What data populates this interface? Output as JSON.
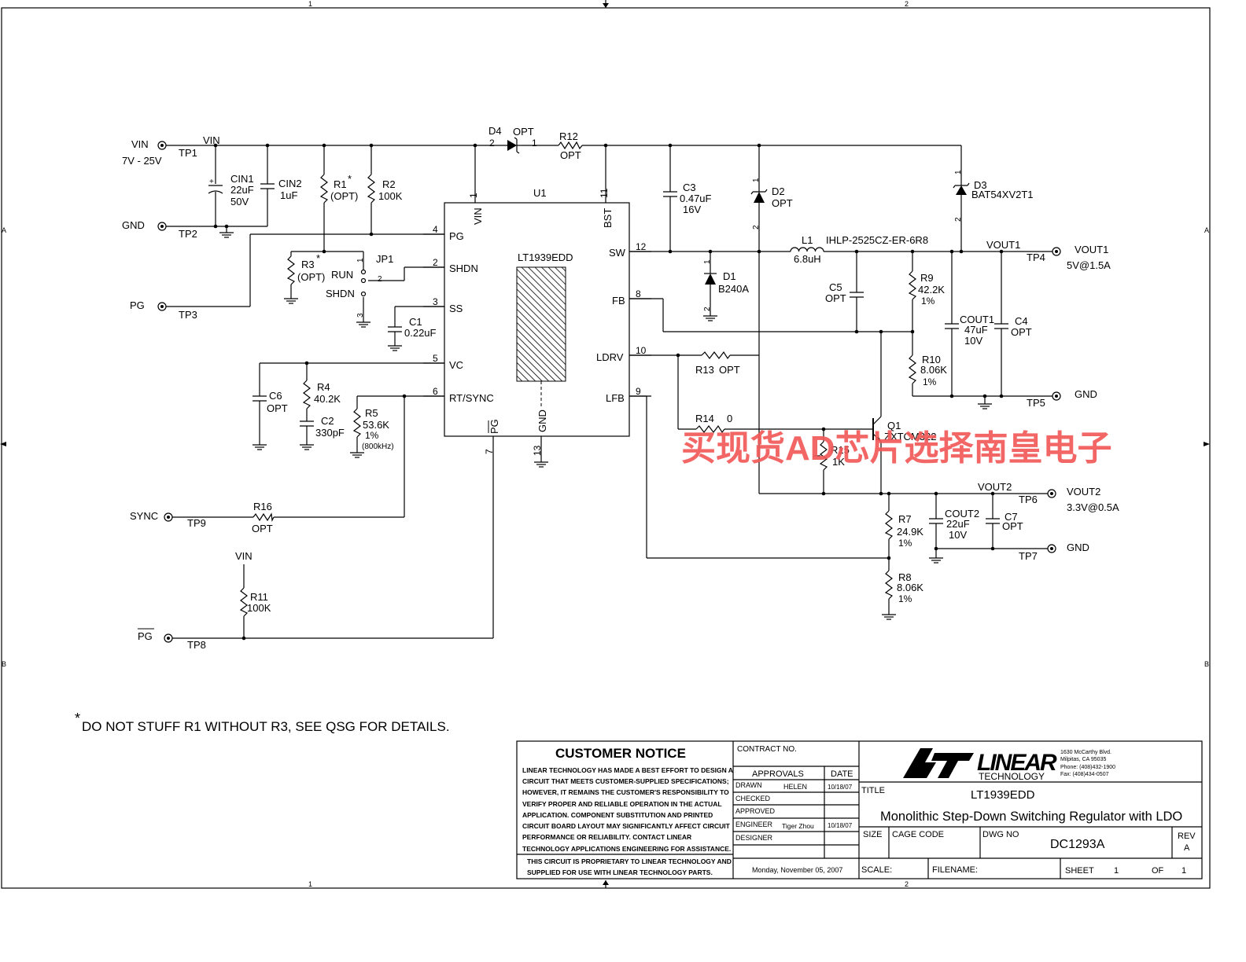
{
  "border": {
    "col1": "1",
    "col2": "2",
    "rowA": "A",
    "rowB": "B"
  },
  "ports": {
    "vin": "VIN",
    "vin_range": "7V - 25V",
    "tp1": "TP1",
    "vin_net": "VIN",
    "gnd1": "GND",
    "tp2": "TP2",
    "pg": "PG",
    "tp3": "TP3",
    "sync": "SYNC",
    "tp9": "TP9",
    "pg_bar": "PG",
    "tp8": "TP8",
    "vin_r11": "VIN",
    "vout1": "VOUT1",
    "vout1_spec": "5V@1.5A",
    "tp4": "TP4",
    "vout1_net": "VOUT1",
    "gnd5": "GND",
    "tp5": "TP5",
    "vout2": "VOUT2",
    "vout2_spec": "3.3V@0.5A",
    "tp6": "TP6",
    "vout2_net": "VOUT2",
    "gnd7": "GND",
    "tp7": "TP7"
  },
  "ic": {
    "ref": "U1",
    "part": "LT1939EDD",
    "pins": {
      "vin": "VIN",
      "bst": "BST",
      "pg": "PG",
      "shdn": "SHDN",
      "ss": "SS",
      "vc": "VC",
      "rtsync": "RT/SYNC",
      "sw": "SW",
      "fb": "FB",
      "ldrv": "LDRV",
      "lfb": "LFB",
      "pgbar": "PG",
      "gnd": "GND"
    },
    "pin_numbers": {
      "p1": "1",
      "p11": "11",
      "p4": "4",
      "p2": "2",
      "p3": "3",
      "p5": "5",
      "p6": "6",
      "p12": "12",
      "p8": "8",
      "p10": "10",
      "p9": "9",
      "p7": "7",
      "p13": "13"
    }
  },
  "components": {
    "cin1": {
      "ref": "CIN1",
      "v1": "22uF",
      "v2": "50V"
    },
    "cin2": {
      "ref": "CIN2",
      "v1": "1uF"
    },
    "r1": {
      "ref": "R1",
      "v1": "(OPT)"
    },
    "r2": {
      "ref": "R2",
      "v1": "100K"
    },
    "r3": {
      "ref": "R3",
      "v1": "(OPT)"
    },
    "jp1": {
      "ref": "JP1",
      "run": "RUN",
      "shdn": "SHDN",
      "p1": "1",
      "p2": "2",
      "p3": "3"
    },
    "c1": {
      "ref": "C1",
      "v1": "0.22uF"
    },
    "c6": {
      "ref": "C6",
      "v1": "OPT"
    },
    "r4": {
      "ref": "R4",
      "v1": "40.2K"
    },
    "c2": {
      "ref": "C2",
      "v1": "330pF"
    },
    "r5": {
      "ref": "R5",
      "v1": "53.6K",
      "v2": "1%",
      "v3": "(800kHz)"
    },
    "r16": {
      "ref": "R16",
      "v1": "OPT"
    },
    "r11": {
      "ref": "R11",
      "v1": "100K"
    },
    "d4": {
      "ref": "D4",
      "v1": "OPT",
      "p2": "2",
      "p1": "1"
    },
    "r12": {
      "ref": "R12",
      "v1": "OPT"
    },
    "c3": {
      "ref": "C3",
      "v1": "0.47uF",
      "v2": "16V"
    },
    "d2": {
      "ref": "D2",
      "v1": "OPT",
      "p1": "1",
      "p2": "2"
    },
    "d3": {
      "ref": "D3",
      "v1": "BAT54XV2T1",
      "p1": "1",
      "p2": "2"
    },
    "l1": {
      "ref": "L1",
      "v1": "6.8uH",
      "part": "IHLP-2525CZ-ER-6R8"
    },
    "d1": {
      "ref": "D1",
      "v1": "B240A",
      "p1": "1",
      "p2": "2"
    },
    "c5": {
      "ref": "C5",
      "v1": "OPT"
    },
    "r9": {
      "ref": "R9",
      "v1": "42.2K",
      "v2": "1%"
    },
    "r10": {
      "ref": "R10",
      "v1": "8.06K",
      "v2": "1%"
    },
    "cout1": {
      "ref": "COUT1",
      "v1": "47uF",
      "v2": "10V"
    },
    "c4": {
      "ref": "C4",
      "v1": "OPT"
    },
    "r13": {
      "ref": "R13",
      "v1": "OPT"
    },
    "r14": {
      "ref": "R14",
      "v1": "0"
    },
    "q1": {
      "ref": "Q1",
      "v1": "ZXTCM322"
    },
    "r15": {
      "ref": "R15",
      "v1": "1K"
    },
    "r7": {
      "ref": "R7",
      "v1": "24.9K",
      "v2": "1%"
    },
    "r8": {
      "ref": "R8",
      "v1": "8.06K",
      "v2": "1%"
    },
    "cout2": {
      "ref": "COUT2",
      "v1": "22uF",
      "v2": "10V"
    },
    "c7": {
      "ref": "C7",
      "v1": "OPT"
    }
  },
  "watermark": "买现货AD芯片选择南皇电子",
  "footnote": {
    "star": "*",
    "text": "DO NOT STUFF R1 WITHOUT R3, SEE QSG FOR DETAILS."
  },
  "title_block": {
    "notice_title": "CUSTOMER NOTICE",
    "notice_lines": [
      "LINEAR TECHNOLOGY HAS MADE A BEST EFFORT TO DESIGN A",
      "CIRCUIT THAT MEETS CUSTOMER-SUPPLIED SPECIFICATIONS;",
      "HOWEVER, IT REMAINS THE CUSTOMER'S RESPONSIBILITY TO",
      "VERIFY PROPER AND RELIABLE OPERATION IN THE ACTUAL",
      "APPLICATION.  COMPONENT SUBSTITUTION AND PRINTED",
      "CIRCUIT BOARD LAYOUT MAY SIGNIFICANTLY AFFECT CIRCUIT",
      "PERFORMANCE OR RELIABILITY.  CONTACT LINEAR",
      "TECHNOLOGY APPLICATIONS ENGINEERING FOR ASSISTANCE."
    ],
    "proprietary": [
      "THIS CIRCUIT IS PROPRIETARY TO LINEAR TECHNOLOGY AND",
      "SUPPLIED FOR USE WITH LINEAR TECHNOLOGY PARTS."
    ],
    "contract": "CONTRACT NO.",
    "approvals": "APPROVALS",
    "date_hdr": "DATE",
    "drawn": "DRAWN",
    "drawn_by": "HELEN",
    "drawn_date": "10/18/07",
    "checked": "CHECKED",
    "approved": "APPROVED",
    "engineer": "ENGINEER",
    "engineer_by": "Tiger Zhou",
    "engineer_date": "10/18/07",
    "designer": "DESIGNER",
    "print_date": "Monday, November 05, 2007",
    "logo_word": "LINEAR",
    "logo_sub": "TECHNOLOGY",
    "address": [
      "1630 McCarthy Blvd.",
      "Milpitas, CA 95035",
      "Phone: (408)432-1900",
      "Fax: (408)434-0507"
    ],
    "title_lbl": "TITLE",
    "title1": "LT1939EDD",
    "title2": "Monolithic Step-Down Switching  Regulator with LDO",
    "size_lbl": "SIZE",
    "cage_lbl": "CAGE CODE",
    "dwg_lbl": "DWG NO",
    "dwg_no": "DC1293A",
    "rev_lbl": "REV",
    "rev": "A",
    "scale_lbl": "SCALE:",
    "filename_lbl": "FILENAME:",
    "sheet_lbl": "SHEET",
    "sheet_no": "1",
    "of_lbl": "OF",
    "of_no": "1"
  }
}
